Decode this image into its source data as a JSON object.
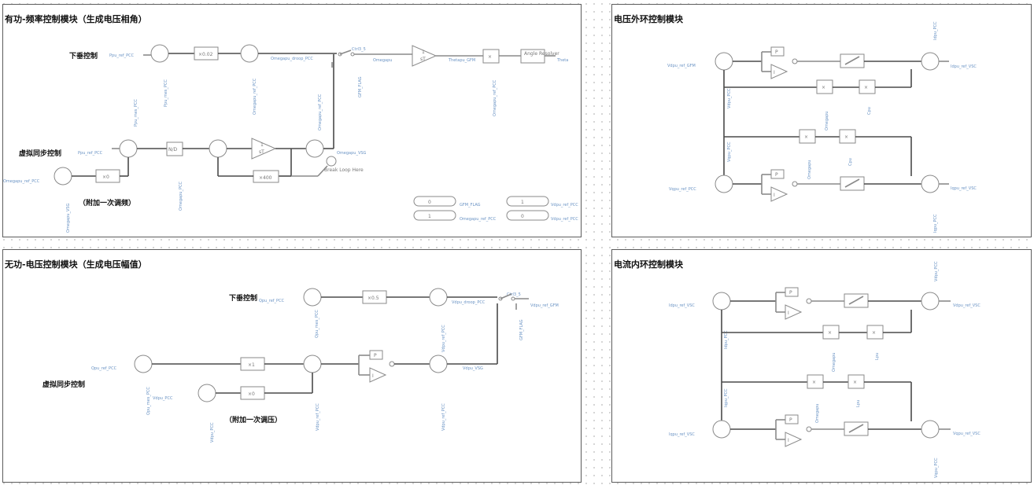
{
  "panels": {
    "p1": {
      "title": "有功-频率控制模块（生成电压相角）"
    },
    "p2": {
      "title": "电压外环控制模块"
    },
    "p3": {
      "title": "无功-电压控制模块（生成电压幅值）"
    },
    "p4": {
      "title": "电流内环控制模块"
    }
  },
  "p1": {
    "droop_label": "下垂控制",
    "vsg_label": "虚拟同步控制",
    "aux_label": "（附加一次调频）",
    "pfref": "Ppu_ref_PCC",
    "pmeas": "Ppu_mes_PCC",
    "gain1": "×0.02",
    "omega_ref": "Omegapu_ref_PCC",
    "omega_droop": "Omegapu_droop_PCC",
    "ctrl_label": "Ctrl3_5",
    "gfm_flag": "GFM_FLAG",
    "omegapu": "Omegapu",
    "int_num": "1",
    "int_den": "sT",
    "theta_gfm": "Thetapu_GFM",
    "angle": "Angle\nResolver",
    "theta": "Theta",
    "omega_ref2": "Omegapu_ref_PCC",
    "pref_vsg": "Ppu_ref_PCC",
    "pmeas2": "Ppu_mes_PCC",
    "nd": "N/D",
    "omega_pcc": "Omegapu_PCC",
    "omega_ref3": "Omegapu_ref_PCC",
    "omega_vsg": "Omegapu_VSG",
    "x400": "×400",
    "breakloop": "Break\nLoop Here",
    "omega_ref4": "Omegapu_ref_PCC",
    "x0": "×0",
    "omega_vsg2": "Omegapu_VSG",
    "const0": "0",
    "const1": "1",
    "const1b": "1",
    "const0b": "0",
    "gfm_flag2": "GFM_FLAG",
    "omega_ref5": "Omegapu_ref_PCC",
    "vref_pcc": "Vdpu_ref_PCC",
    "vref_pcc2": "Vdpu_ref_PCC"
  },
  "p2": {
    "vd_ref": "Vdpu_ref_GFM",
    "vd_pcc": "Vdpu_PCC",
    "P": "P",
    "I": "I",
    "omega": "Omegapu",
    "cpu": "Cpu",
    "omega2": "Omegapu",
    "cpu2": "Cpu",
    "vq_pcc": "Vqpu_PCC",
    "idpcc": "Idpu_PCC",
    "iq_pcc": "Iqpu_PCC",
    "idref": "Idpu_ref_VSC",
    "vqref": "Vqpu_ref_PCC",
    "iqref": "Iqpu_ref_VSC",
    "vdpcc": "Vdpu_PCC",
    "iqpcc2": "Iqpu_PCC"
  },
  "p3": {
    "droop_label": "下垂控制",
    "vsg_label": "虚拟同步控制",
    "aux_label": "（附加一次调压）",
    "qref": "Qpu_ref_PCC",
    "qmes": "Qpu_mes_PCC",
    "gain": "×0.5",
    "vdroop": "Vdpu_droop_PCC",
    "vref_gfm": "Vdpu_ref_GFM",
    "ctrl_label": "Ctrl3_5",
    "gfm_flag": "GFM_FLAG",
    "vref_pcc": "Vdpu_ref_PCC",
    "qref2": "Qpu_ref_PCC",
    "qmes2": "Qpu_mes_PCC",
    "x1": "×1",
    "vref3": "Vdpu_ref_PCC",
    "vmes": "Vdpu_PCC",
    "x0": "×0",
    "vdpcc": "Vdpu_PCC",
    "P": "P",
    "I": "I",
    "vvsg": "Vdpu_VSG",
    "vref4": "Vdpu_ref_PCC"
  },
  "p4": {
    "idref": "Idpu_ref_VSC",
    "idpcc": "Idpu_PCC",
    "vdpcc": "Vdpu_PCC",
    "P": "P",
    "I": "I",
    "omega": "Omegapu",
    "lpu": "Lpu",
    "omega2": "Omegapu",
    "lpu2": "Lpu",
    "vdref": "Vdpu_ref_VSC",
    "iqpcc": "Iqpu_PCC",
    "iqref": "Iqpu_ref_VSC",
    "vqref": "Vqpu_ref_VSC",
    "vqpcc": "Vqpu_PCC",
    "idpcc2": "Idpu_PCC"
  },
  "colors": {
    "wire": "#8a8a8a",
    "label": "#6a93c4",
    "border": "#5c5c5c"
  }
}
